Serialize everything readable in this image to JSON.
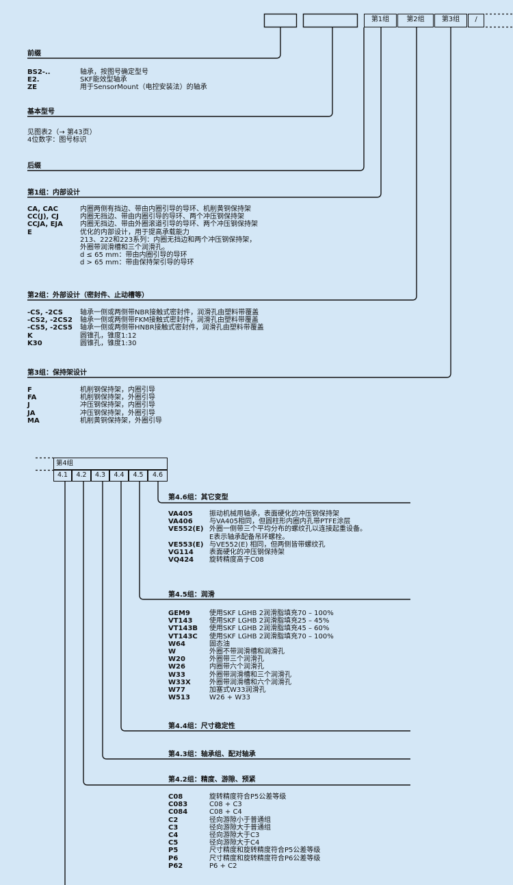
{
  "top_boxes": {
    "group1": "第1组",
    "group2": "第2组",
    "group3": "第3组",
    "slash": "/"
  },
  "prefix": {
    "title": "前缀",
    "codes": [
      "BS2-..",
      "E2.",
      "ZE"
    ],
    "descs": [
      "轴承，按图号确定型号",
      "SKF能效型轴承",
      "用于SensorMount（电控安装法）的轴承"
    ]
  },
  "basic": {
    "title": "基本型号",
    "line1": "见图表2（→ 第43页）",
    "line2": "4位数字：图号标识"
  },
  "suffix": {
    "title": "后缀"
  },
  "g1": {
    "title": "第1组：内部设计",
    "codes": [
      "CA, CAC",
      "CC(J), CJ",
      "CCJA, EJA",
      "E",
      "",
      "",
      "",
      "",
      ""
    ],
    "descs": [
      "内圈两侧有挡边、带由内圈引导的导环、机削黄铜保持架",
      "内圈无挡边、带由内圈引导的导环、两个冲压钢保持架",
      "内圈无挡边、带由外圈滚道引导的导环、两个冲压钢保持架",
      "优化的内部设计，用于提高承载能力",
      "213、222和223系列：内圈无挡边和两个冲压钢保持架，",
      "外圈带润滑槽和三个润滑孔。",
      "    d ≤ 65 mm：带由内圈引导的导环",
      "    d > 65 mm：带由保持架引导的导环"
    ]
  },
  "g2": {
    "title": "第2组：外部设计（密封件、止动槽等）",
    "codes": [
      "-CS, -2CS",
      "-CS2, -2CS2",
      "-CS5, -2CS5",
      "K",
      "K30"
    ],
    "descs": [
      "轴承一侧或两侧带NBR接触式密封件，润滑孔由塑料带覆盖",
      "轴承一侧或两侧带FKM接触式密封件，润滑孔由塑料带覆盖",
      "轴承一侧或两侧带HNBR接触式密封件，润滑孔由塑料带覆盖",
      "圆锥孔，锥度1:12",
      "圆锥孔，锥度1:30"
    ]
  },
  "g3": {
    "title": "第3组：保持架设计",
    "codes": [
      "F",
      "FA",
      "J",
      "JA",
      "MA"
    ],
    "descs": [
      "机削钢保持架，内圈引导",
      "机削钢保持架，外圈引导",
      "冲压钢保持架，内圈引导",
      "冲压钢保持架，外圈引导",
      "机削黄铜保持架，外圈引导"
    ]
  },
  "g4": {
    "label": "第4组",
    "subs": [
      "4.1",
      "4.2",
      "4.3",
      "4.4",
      "4.5",
      "4.6"
    ]
  },
  "g46": {
    "title": "第4.6组：其它变型",
    "codes": [
      "VA405",
      "VA406",
      "VE552(E)",
      "",
      "VE553(E)",
      "VG114",
      "VQ424"
    ],
    "descs": [
      "振动机械用轴承，表面硬化的冲压钢保持架",
      "与VA405相同，但圆柱形内圈内孔带PTFE涂层",
      "外圈一侧带三个平均分布的螺纹孔以连接起重设备。",
      "E表示轴承配备吊环螺栓。",
      "与VE552(E) 相同，但两侧皆带螺纹孔",
      "表面硬化的冲压钢保持架",
      "旋转精度高于C08"
    ]
  },
  "g45": {
    "title": "第4.5组：润滑",
    "codes": [
      "GEM9",
      "VT143",
      "VT143B",
      "VT143C",
      "W64",
      "W",
      "W20",
      "W26",
      "W33",
      "W33X",
      "W77",
      "W513"
    ],
    "descs": [
      "使用SKF LGHB 2润滑脂填充70 – 100%",
      "使用SKF LGHB 2润滑脂填充25 – 45%",
      "使用SKF LGHB 2润滑脂填充45 – 60%",
      "使用SKF LGHB 2润滑脂填充70 – 100%",
      "固态油",
      "外圈不带润滑槽和润滑孔",
      "外圈带三个润滑孔",
      "内圈带六个润滑孔",
      "外圈带润滑槽和三个润滑孔",
      "外圈带润滑槽和六个润滑孔",
      "加塞式W33润滑孔",
      "W26 + W33"
    ]
  },
  "g44": {
    "title": "第4.4组：尺寸稳定性"
  },
  "g43": {
    "title": "第4.3组：轴承组、配对轴承"
  },
  "g42": {
    "title": "第4.2组：精度、游隙、预紧",
    "codes": [
      "C08",
      "C083",
      "C084",
      "C2",
      "C3",
      "C4",
      "C5",
      "P5",
      "P6",
      "P62"
    ],
    "descs": [
      "旋转精度符合P5公差等级",
      "C08 + C3",
      "C08 + C4",
      "径向游隙小于普通组",
      "径向游隙大于普通组",
      "径向游隙大于C3",
      "径向游隙大于C4",
      "尺寸精度和旋转精度符合P5公差等级",
      "尺寸精度和旋转精度符合P6公差等级",
      "P6 + C2"
    ]
  }
}
